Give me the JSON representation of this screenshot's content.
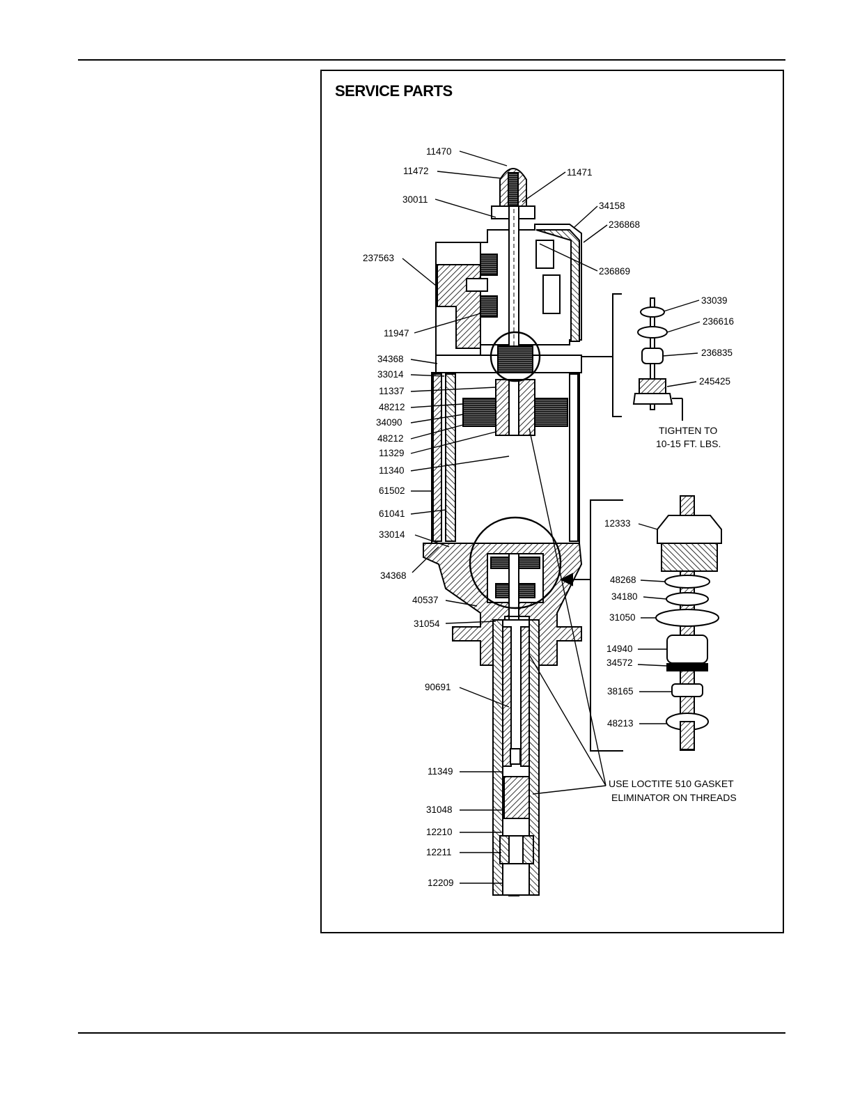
{
  "page": {
    "title": "SERVICE PARTS"
  },
  "labels": [
    {
      "id": "11470",
      "text": "11470"
    },
    {
      "id": "11472",
      "text": "11472"
    },
    {
      "id": "11471",
      "text": "11471"
    },
    {
      "id": "30011",
      "text": "30011"
    },
    {
      "id": "34158",
      "text": "34158"
    },
    {
      "id": "236868",
      "text": "236868"
    },
    {
      "id": "237563",
      "text": "237563"
    },
    {
      "id": "236869",
      "text": "236869"
    },
    {
      "id": "33039",
      "text": "33039"
    },
    {
      "id": "236616",
      "text": "236616"
    },
    {
      "id": "11947",
      "text": "11947"
    },
    {
      "id": "236835",
      "text": "236835"
    },
    {
      "id": "34368a",
      "text": "34368"
    },
    {
      "id": "33014a",
      "text": "33014"
    },
    {
      "id": "245425",
      "text": "245425"
    },
    {
      "id": "11337",
      "text": "11337"
    },
    {
      "id": "48212a",
      "text": "48212"
    },
    {
      "id": "34090",
      "text": "34090"
    },
    {
      "id": "48212b",
      "text": "48212"
    },
    {
      "id": "11329",
      "text": "11329"
    },
    {
      "id": "11340",
      "text": "11340"
    },
    {
      "id": "61502",
      "text": "61502"
    },
    {
      "id": "61041",
      "text": "61041"
    },
    {
      "id": "12333",
      "text": "12333"
    },
    {
      "id": "33014b",
      "text": "33014"
    },
    {
      "id": "34368b",
      "text": "34368"
    },
    {
      "id": "48268",
      "text": "48268"
    },
    {
      "id": "34180",
      "text": "34180"
    },
    {
      "id": "40537",
      "text": "40537"
    },
    {
      "id": "31050",
      "text": "31050"
    },
    {
      "id": "31054",
      "text": "31054"
    },
    {
      "id": "14940",
      "text": "14940"
    },
    {
      "id": "34572",
      "text": "34572"
    },
    {
      "id": "90691",
      "text": "90691"
    },
    {
      "id": "38165",
      "text": "38165"
    },
    {
      "id": "48213",
      "text": "48213"
    },
    {
      "id": "11349",
      "text": "11349"
    },
    {
      "id": "31048",
      "text": "31048"
    },
    {
      "id": "12210",
      "text": "12210"
    },
    {
      "id": "12211",
      "text": "12211"
    },
    {
      "id": "12209",
      "text": "12209"
    }
  ],
  "notes": {
    "tighten_line1": "TIGHTEN TO",
    "tighten_line2": "10-15 FT. LBS.",
    "loctite_line1": "USE LOCTITE 510 GASKET",
    "loctite_line2": "ELIMINATOR ON THREADS"
  }
}
